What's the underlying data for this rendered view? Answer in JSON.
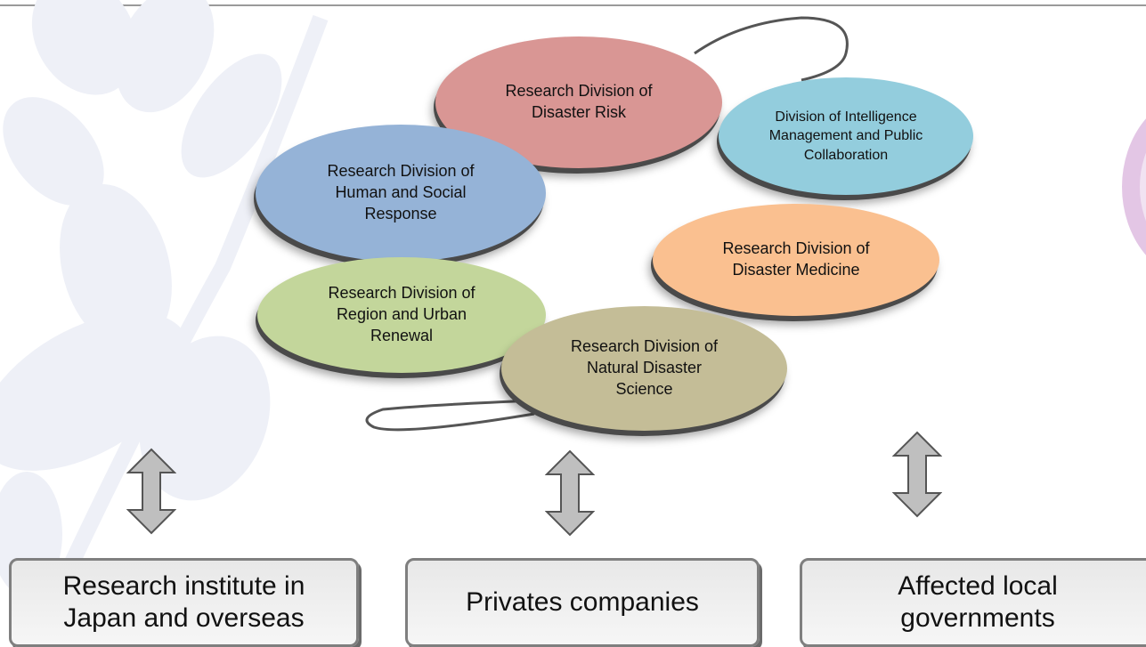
{
  "colors": {
    "risk": "#d99694",
    "intelligence": "#93cddd",
    "human": "#95b3d7",
    "medicine": "#fac090",
    "region": "#c3d69b",
    "natural": "#c4bd97",
    "box_border": "#7f7f7f",
    "arrow_fill": "#bfbfbf",
    "background_leaf": "#eef0f7",
    "accent_right": "#d9b3dc"
  },
  "divisions": {
    "risk": "Research Division of\nDisaster Risk",
    "intelligence": "Division of Intelligence\nManagement and Public\nCollaboration",
    "human": "Research Division of\nHuman and Social\nResponse",
    "medicine": "Research Division of\nDisaster Medicine",
    "region": "Research Division of\nRegion and Urban\nRenewal",
    "natural": "Research Division of\nNatural Disaster\nScience"
  },
  "partners": {
    "research": "Research institute in\nJapan and overseas",
    "private": "Privates companies",
    "government": "Affected  local\ngovernments"
  },
  "icons": {
    "arrow": "double-headed-vertical-arrow-icon"
  }
}
